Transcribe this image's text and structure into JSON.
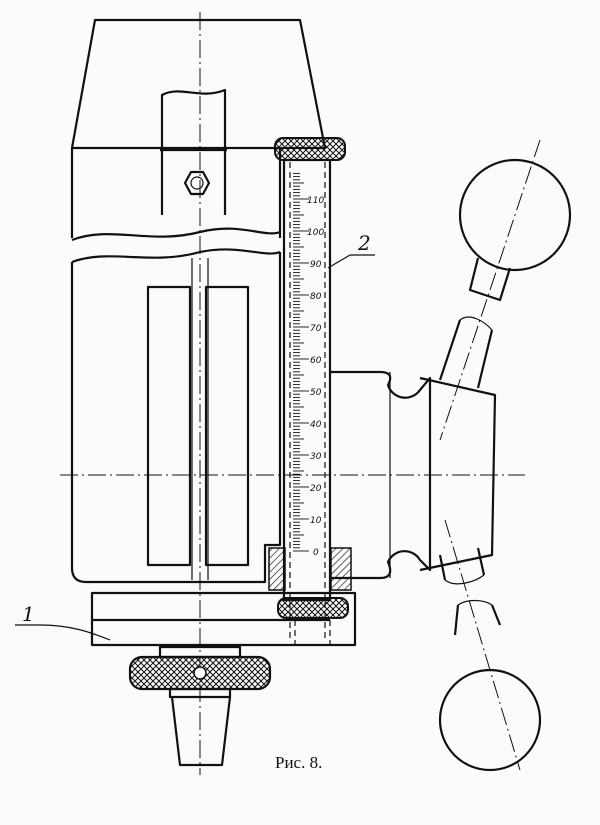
{
  "figure": {
    "caption": "Рис. 8.",
    "callouts": [
      "1",
      "2"
    ],
    "scale_labels": [
      "0",
      "10",
      "20",
      "30",
      "40",
      "50",
      "60",
      "70",
      "80",
      "90",
      "100",
      "110"
    ]
  }
}
